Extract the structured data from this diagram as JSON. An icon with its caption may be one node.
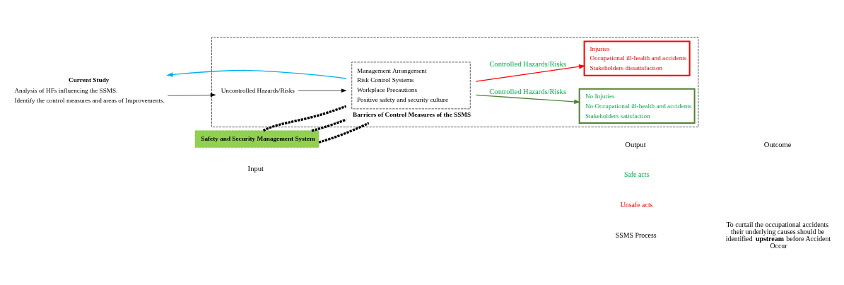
{
  "diagram": {
    "nodes": [
      {
        "text": [],
        "shape": "box"
      },
      {
        "text": [
          "Safety and Security Management System"
        ]
      },
      {
        "text": [
          "Uncontrolled Hazards/Risks"
        ],
        "in": 0
      },
      {
        "text": [
          "Management Arrangement",
          "Risk Control Systems",
          "Workplace Precautions",
          "Positive safety and security culture"
        ],
        "in": 0,
        "beside": [
          "Barriers of Control Measures of the SSMS"
        ]
      },
      {
        "text": [
          "No Injuries",
          "No Occupational ill-health and accidents",
          "Stakeholders satisfaction"
        ],
        "in": 0
      },
      {
        "text": [
          "Injuries",
          "Occupational ill-health and accidents",
          "Stakeholders dissatisfaction"
        ],
        "in": 0
      },
      {
        "text": [
          "Current Study",
          "Analysis of HFs influencing the SSMS.",
          "Identify the control measures and areas of Improvements."
        ]
      }
    ],
    "edges": [
      {
        "from": 2,
        "to": 3,
        "arrow": "to"
      },
      {
        "from": 6,
        "to": 2,
        "arrow": "to"
      },
      {
        "from": 3,
        "to": 4,
        "arrow": "to",
        "label": "Controlled Hazards/Risks",
        "color": "#548235"
      },
      {
        "from": 3,
        "to": 5,
        "arrow": "to",
        "label": "Controlled Hazards/Risks",
        "color": "#ff0000"
      },
      {
        "from": 3,
        "to": 6,
        "arrow": "to",
        "color": "#00b0f0"
      },
      {
        "from": 1,
        "to": 3,
        "arrow": "none",
        "style": "dashed"
      },
      {
        "from": 1,
        "to": 3,
        "arrow": "none",
        "style": "dashed"
      },
      {
        "from": 1,
        "to": 3,
        "arrow": "none",
        "style": "dashed"
      }
    ],
    "labels": [
      "Input",
      "Output",
      "Outcome",
      "Safe acts",
      "Unsafe acts",
      "SSMS Process",
      "To curtail the occupational accidents their underlying causes should be identified **upstream** before Accident Occur"
    ]
  }
}
